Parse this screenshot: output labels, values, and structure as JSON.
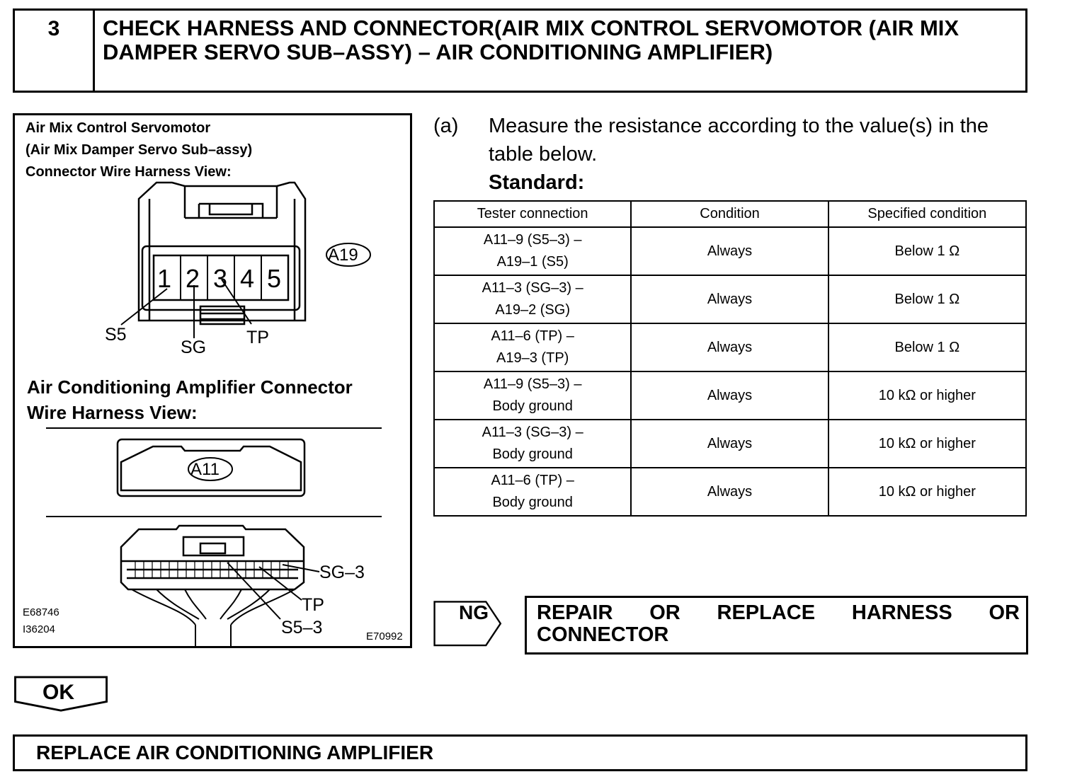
{
  "header": {
    "step_number": "3",
    "title": "CHECK HARNESS AND CONNECTOR(AIR MIX CONTROL SERVOMOTOR (AIR MIX DAMPER SERVO SUB–ASSY) – AIR CONDITIONING AMPLIFIER)"
  },
  "figure": {
    "caption_line1": "Air Mix Control Servomotor",
    "caption_line2": "(Air Mix Damper Servo Sub–assy)",
    "caption_line3": "Connector Wire Harness View:",
    "connector1_id": "A19",
    "pins": [
      "1",
      "2",
      "3",
      "4",
      "5"
    ],
    "pin_labels": {
      "s5": "S5",
      "sg": "SG",
      "tp": "TP"
    },
    "caption2_line1": "Air Conditioning Amplifier Connector",
    "caption2_line2": "Wire Harness View:",
    "connector2_id": "A11",
    "amp_labels": {
      "sg3": "SG–3",
      "tp": "TP",
      "s53": "S5–3"
    },
    "codes": {
      "c1": "E68746",
      "c2": "I36204",
      "c3": "E70992"
    }
  },
  "instruction": {
    "marker": "(a)",
    "text": "Measure the resistance according to the value(s) in the table below.",
    "standard": "Standard:"
  },
  "table": {
    "headers": [
      "Tester connection",
      "Condition",
      "Specified condition"
    ],
    "rows": [
      {
        "tester1": "A11–9 (S5–3) –",
        "tester2": "A19–1 (S5)",
        "condition": "Always",
        "spec": "Below 1 Ω"
      },
      {
        "tester1": "A11–3 (SG–3) –",
        "tester2": "A19–2 (SG)",
        "condition": "Always",
        "spec": "Below 1 Ω"
      },
      {
        "tester1": "A11–6 (TP) –",
        "tester2": "A19–3 (TP)",
        "condition": "Always",
        "spec": "Below 1 Ω"
      },
      {
        "tester1": "A11–9 (S5–3) –",
        "tester2": "Body ground",
        "condition": "Always",
        "spec": "10 kΩ or higher"
      },
      {
        "tester1": "A11–3 (SG–3) –",
        "tester2": "Body ground",
        "condition": "Always",
        "spec": "10 kΩ or higher"
      },
      {
        "tester1": "A11–6 (TP) –",
        "tester2": "Body ground",
        "condition": "Always",
        "spec": "10 kΩ or higher"
      }
    ]
  },
  "ng": {
    "label": "NG",
    "action": "REPAIR OR REPLACE HARNESS OR CONNECTOR"
  },
  "ok": {
    "label": "OK",
    "action": "REPLACE AIR CONDITIONING AMPLIFIER"
  }
}
